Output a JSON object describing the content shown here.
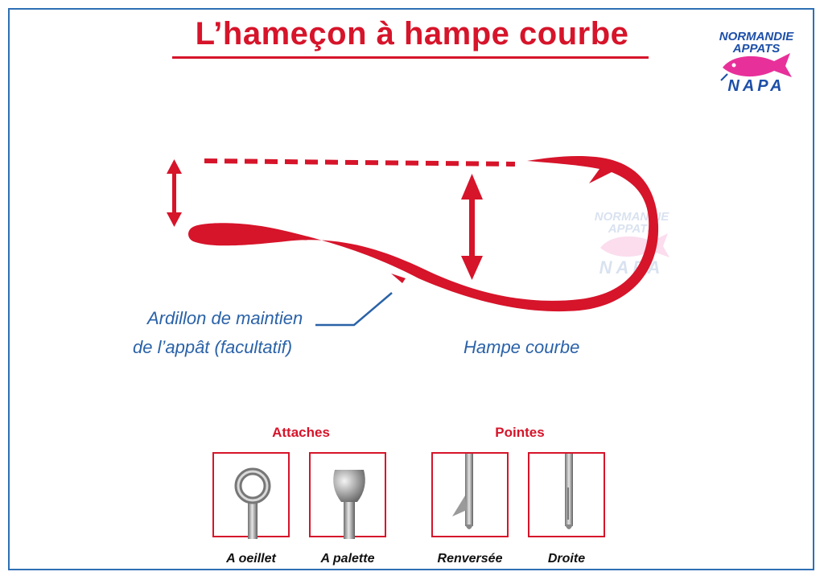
{
  "title": "L’hameçon à hampe courbe",
  "logo": {
    "line1": "NORMANDIE",
    "line2": "APPATS",
    "line3": "NAPA"
  },
  "labels": {
    "ardillon_line1": "Ardillon de maintien",
    "ardillon_line2": "de l’appât (facultatif)",
    "hampe": "Hampe courbe"
  },
  "sections": {
    "attaches": "Attaches",
    "pointes": "Pointes"
  },
  "captions": {
    "oeillet": "A oeillet",
    "palette": "A palette",
    "renversee": "Renversée",
    "droite": "Droite"
  },
  "colors": {
    "red": "#d6142a",
    "blue": "#2a62a8",
    "logo_pink": "#e8309a"
  }
}
